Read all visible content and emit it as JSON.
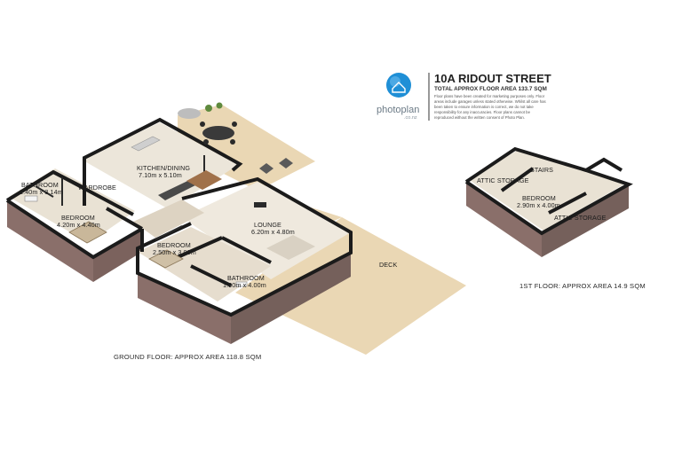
{
  "header": {
    "title": "10A RIDOUT STREET",
    "subtitle": "TOTAL APPROX FLOOR AREA 133.7 SQM",
    "disclaimer_lines": [
      "Floor plans have been created for marketing purposes only. Floor",
      "areas include garages unless stated otherwise. Whilst all care has",
      "been taken to ensure information is correct, we do not take",
      "responsibility for any inaccuracies. Floor plans cannot be",
      "reproduced without the written consent of Photo Plan."
    ]
  },
  "logo": {
    "name": "photoplan",
    "domain": ".co.nz",
    "accent": "#1f8fd6"
  },
  "ground_floor": {
    "caption": "GROUND FLOOR: APPROX AREA 118.8 SQM",
    "rooms": [
      {
        "name": "BATHROOM",
        "dims": "2.40m x 3.14m"
      },
      {
        "name": "WARDROBE",
        "dims": ""
      },
      {
        "name": "KITCHEN/DINING",
        "dims": "7.10m x 5.10m"
      },
      {
        "name": "BEDROOM",
        "dims": "4.20m x 4.40m"
      },
      {
        "name": "BEDROOM",
        "dims": "2.50m x 3.00m"
      },
      {
        "name": "LOUNGE",
        "dims": "6.20m x 4.80m"
      },
      {
        "name": "BATHROOM",
        "dims": "1.90m x 4.00m"
      }
    ],
    "deck_label": "DECK"
  },
  "first_floor": {
    "caption": "1ST FLOOR: APPROX AREA 14.9 SQM",
    "rooms": [
      {
        "name": "STAIRS",
        "dims": ""
      },
      {
        "name": "ATTIC STORAGE",
        "dims": ""
      },
      {
        "name": "BEDROOM",
        "dims": "2.90m x 4.00m"
      },
      {
        "name": "ATTIC STORAGE",
        "dims": ""
      }
    ]
  },
  "colors": {
    "deck": "#ead7b4",
    "floor": "#e9e2d4",
    "wall_top": "#1b1b1b",
    "wall_face": "#8a6f6a"
  }
}
